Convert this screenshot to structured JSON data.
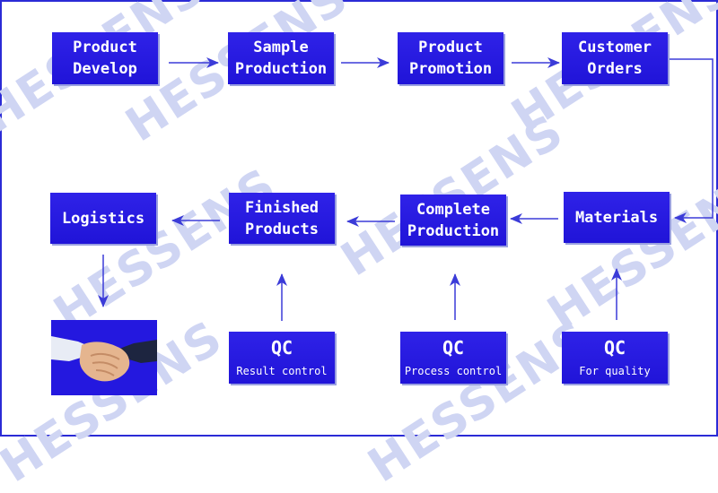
{
  "watermark": "HESSENS",
  "steps": {
    "product_develop": [
      "Product",
      "Develop"
    ],
    "sample_production": [
      "Sample",
      "Production"
    ],
    "product_promotion": [
      "Product",
      "Promotion"
    ],
    "customer_orders": [
      "Customer",
      "Orders"
    ],
    "materials": [
      "Materials"
    ],
    "complete_production": [
      "Complete",
      "Production"
    ],
    "finished_products": [
      "Finished",
      "Products"
    ],
    "logistics": [
      "Logistics"
    ]
  },
  "qc": {
    "result": {
      "title": "QC",
      "subtitle": "Result control"
    },
    "process": {
      "title": "QC",
      "subtitle": "Process control"
    },
    "quality": {
      "title": "QC",
      "subtitle": "For quality"
    }
  },
  "colors": {
    "box": "#2418df",
    "arrow": "#3b3bd8",
    "watermark": "#cfd5f3",
    "border": "#2b2bd6"
  }
}
